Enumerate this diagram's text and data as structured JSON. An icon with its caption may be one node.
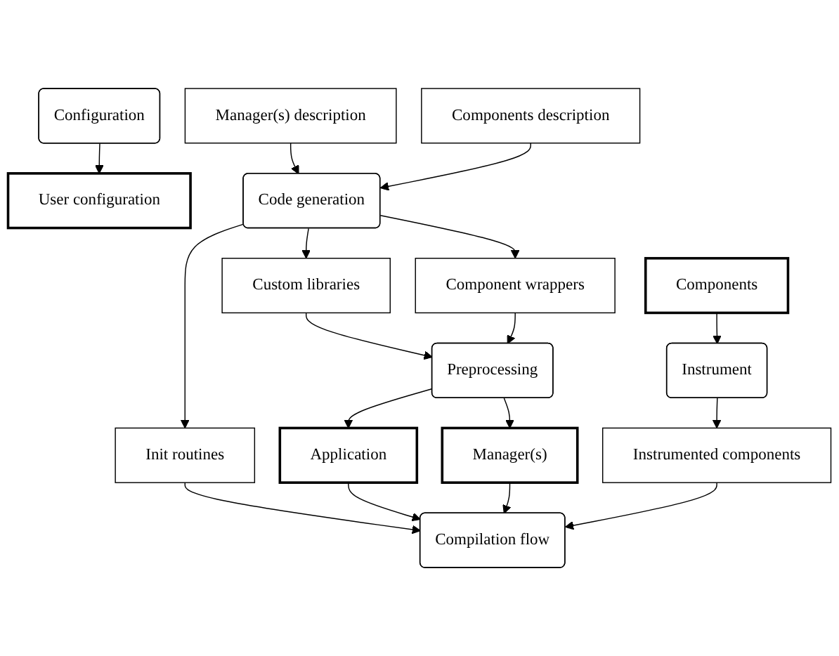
{
  "diagram": {
    "nodes": [
      {
        "text": [
          "Configuration"
        ]
      },
      {
        "text": [
          "User configuration"
        ]
      },
      {
        "text": [
          "Manager(s) description"
        ]
      },
      {
        "text": [
          "Components description"
        ]
      },
      {
        "text": [
          "Components"
        ]
      },
      {
        "text": [
          "Code generation"
        ]
      },
      {
        "text": [
          "Init routines"
        ]
      },
      {
        "text": [
          "Custom libraries"
        ]
      },
      {
        "text": [
          "Component wrappers"
        ]
      },
      {
        "text": [
          "Preprocessing"
        ]
      },
      {
        "text": [
          "Instrument"
        ]
      },
      {
        "text": [
          "Application"
        ]
      },
      {
        "text": [
          "Manager(s)"
        ]
      },
      {
        "text": [
          "Instrumented components"
        ]
      },
      {
        "text": [
          "Compilation flow"
        ]
      }
    ],
    "edges": [
      {
        "from": 0,
        "to": 1,
        "arrow": "to"
      },
      {
        "from": 2,
        "to": 5,
        "arrow": "to"
      },
      {
        "from": 3,
        "to": 5,
        "arrow": "to"
      },
      {
        "from": 5,
        "to": 6,
        "arrow": "to"
      },
      {
        "from": 5,
        "to": 7,
        "arrow": "to"
      },
      {
        "from": 5,
        "to": 8,
        "arrow": "to"
      },
      {
        "from": 7,
        "to": 9,
        "arrow": "to"
      },
      {
        "from": 8,
        "to": 9,
        "arrow": "to"
      },
      {
        "from": 4,
        "to": 10,
        "arrow": "to"
      },
      {
        "from": 9,
        "to": 11,
        "arrow": "to"
      },
      {
        "from": 9,
        "to": 12,
        "arrow": "to"
      },
      {
        "from": 10,
        "to": 13,
        "arrow": "to"
      },
      {
        "from": 6,
        "to": 14,
        "arrow": "to"
      },
      {
        "from": 11,
        "to": 14,
        "arrow": "to"
      },
      {
        "from": 12,
        "to": 14,
        "arrow": "to"
      },
      {
        "from": 13,
        "to": 14,
        "arrow": "to"
      }
    ]
  }
}
